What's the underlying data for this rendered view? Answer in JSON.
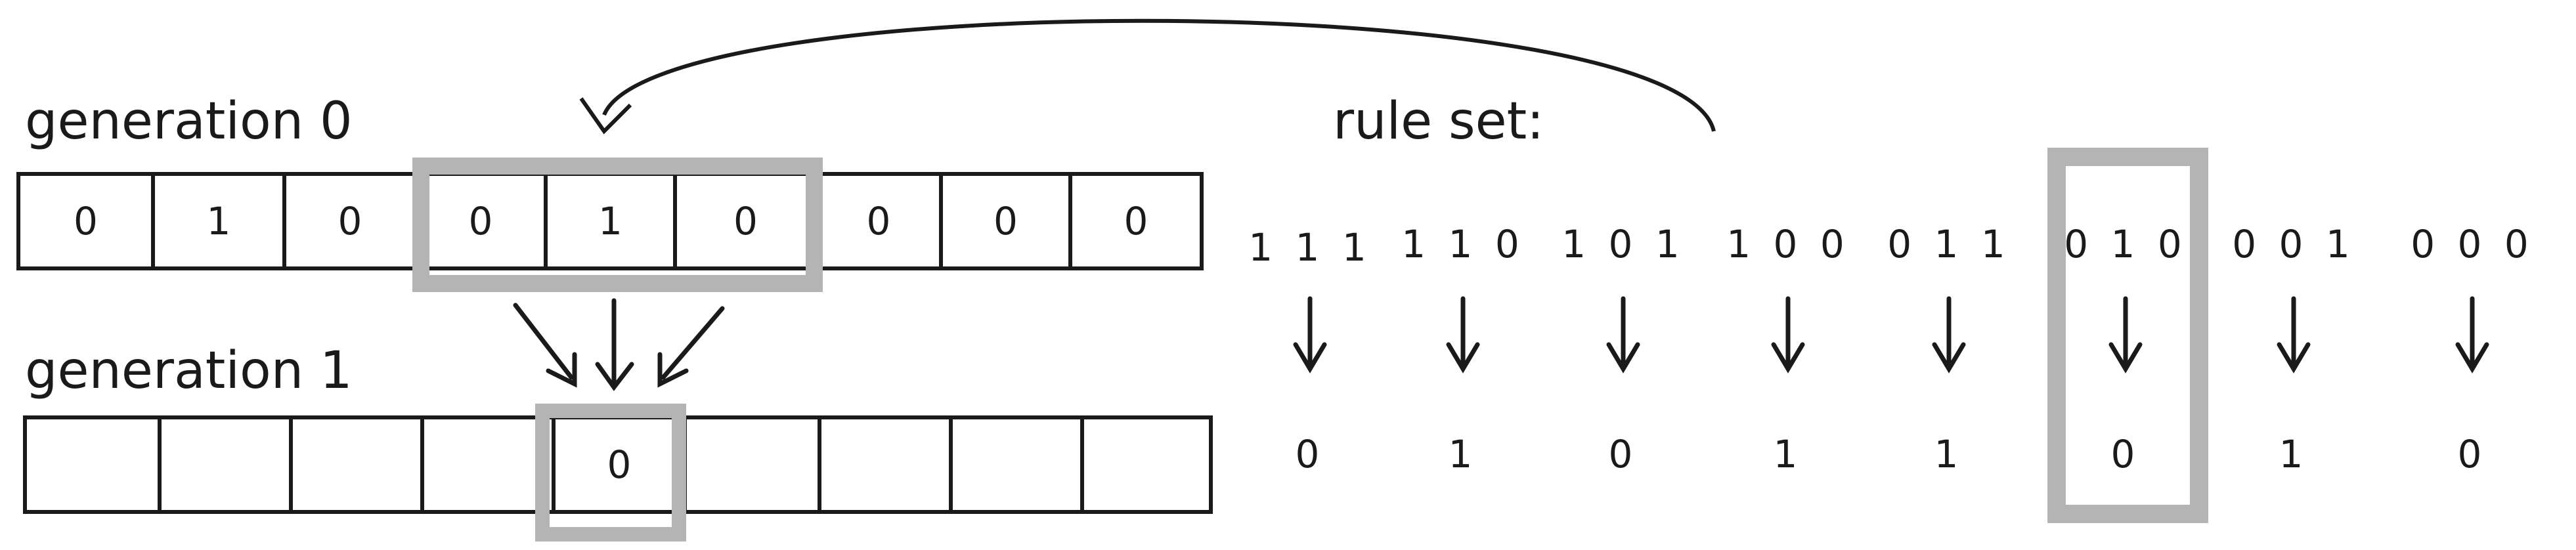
{
  "generation0": {
    "label": "generation 0",
    "cells": [
      "0",
      "1",
      "0",
      "0",
      "1",
      "0",
      "0",
      "0",
      "0"
    ]
  },
  "generation1": {
    "label": "generation 1",
    "cells": [
      "",
      "",
      "",
      "",
      "0",
      "",
      "",
      "",
      ""
    ]
  },
  "ruleset": {
    "label": "rule set:",
    "rules": [
      {
        "pattern": "111",
        "output": "0"
      },
      {
        "pattern": "110",
        "output": "1"
      },
      {
        "pattern": "101",
        "output": "0"
      },
      {
        "pattern": "100",
        "output": "1"
      },
      {
        "pattern": "011",
        "output": "1"
      },
      {
        "pattern": "010",
        "output": "0"
      },
      {
        "pattern": "001",
        "output": "1"
      },
      {
        "pattern": "000",
        "output": "0"
      }
    ]
  },
  "colors": {
    "ink": "#1a1a1a",
    "highlight": "#b4b4b4"
  }
}
